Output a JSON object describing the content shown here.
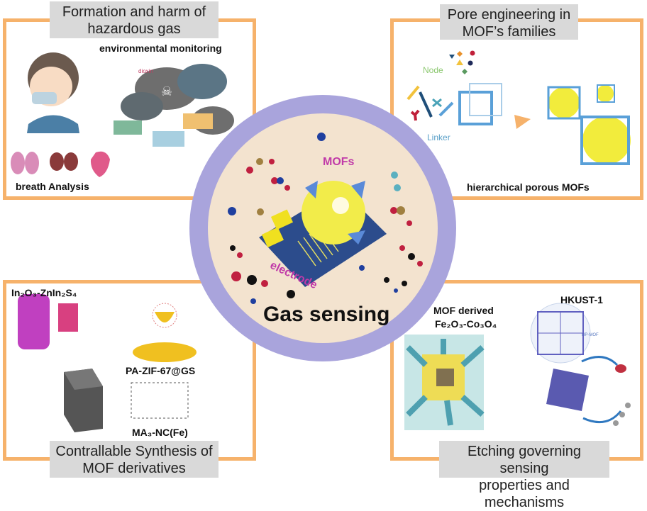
{
  "panels": {
    "top_left": {
      "title_line1": "Formation and harm of",
      "title_line2": "hazardous gas",
      "label_env": "environmental monitoring",
      "label_breath": "breath Analysis",
      "smoke_tag": "dioxin"
    },
    "top_right": {
      "title_line1": "Pore engineering in",
      "title_line2": "MOF’s families",
      "label_node": "Node",
      "label_linker": "Linker",
      "label_bottom": "hierarchical porous MOFs"
    },
    "bottom_left": {
      "title_line1": "Contrallable Synthesis of",
      "title_line2": "MOF derivatives",
      "label_in2o3": "In₂O₃-ZnIn₂S₄",
      "label_pa": "PA-ZIF-67@GS",
      "label_ma": "MA₃-NC(Fe)"
    },
    "bottom_right": {
      "title_line1": "Etching governing sensing",
      "title_line2": "properties and mechanisms",
      "label_mof_derived_1": "MOF derived",
      "label_mof_derived_2": "Fe₂O₃-Co₃O₄",
      "label_hkust": "HKUST-1",
      "label_hpmof": "HP-MOF"
    }
  },
  "center": {
    "title": "Gas sensing",
    "label_mofs": "MOFs",
    "label_electrode": "electrode"
  },
  "colors": {
    "frame": "#f6b26b",
    "ring": "#a9a4dc",
    "center_fill": "#f3e3cf",
    "title_box": "#d9d9d9",
    "accent_pink": "#c03aa8"
  }
}
